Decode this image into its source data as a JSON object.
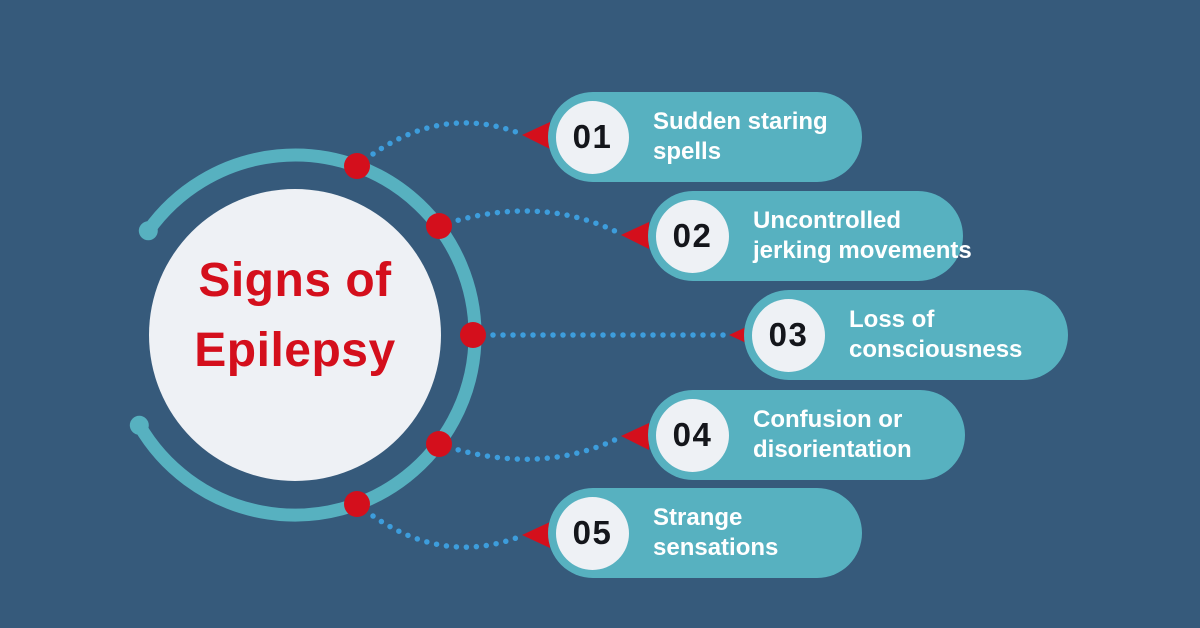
{
  "title": {
    "line1": "Signs of",
    "line2": "Epilepsy"
  },
  "items": [
    {
      "number": "01",
      "lines": [
        "Sudden staring",
        "spells"
      ]
    },
    {
      "number": "02",
      "lines": [
        "Uncontrolled",
        "jerking movements"
      ]
    },
    {
      "number": "03",
      "lines": [
        "Loss of",
        "consciousness"
      ]
    },
    {
      "number": "04",
      "lines": [
        "Confusion or",
        "disorientation"
      ]
    },
    {
      "number": "05",
      "lines": [
        "Strange",
        "sensations"
      ]
    }
  ],
  "colors": {
    "background": "#365a7b",
    "teal": "#57b1c0",
    "red": "#d40f1c",
    "dotted_line_blue": "#3d9ddc",
    "circle_fill": "#eef1f5",
    "number_text": "#14161b",
    "label_text": "#ffffff"
  }
}
